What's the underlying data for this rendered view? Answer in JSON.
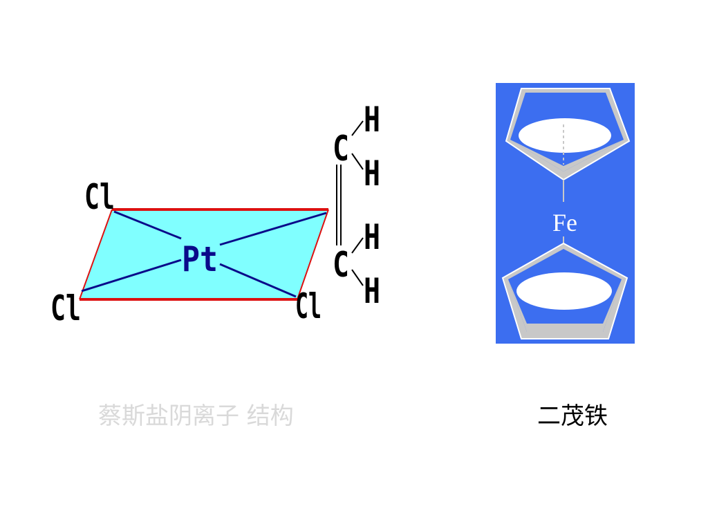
{
  "zeise": {
    "atoms": {
      "cl_top": "Cl",
      "cl_left": "Cl",
      "cl_right": "Cl",
      "pt": "Pt",
      "c_upper": "C",
      "c_lower": "C",
      "h1": "H",
      "h2": "H",
      "h3": "H",
      "h4": "H"
    },
    "caption": "蔡斯盐阴离子 结构",
    "colors": {
      "plane_fill": "#80ffff",
      "plane_edge": "#dd1111",
      "bond": "#0a0a8a",
      "caption": "#d9d9d9"
    }
  },
  "ferrocene": {
    "metal": "Fe",
    "caption": "二茂铁",
    "colors": {
      "panel": "#3c6ef0",
      "ring_shade": "#c8c8c8",
      "ring_edge": "#ffffff"
    }
  }
}
